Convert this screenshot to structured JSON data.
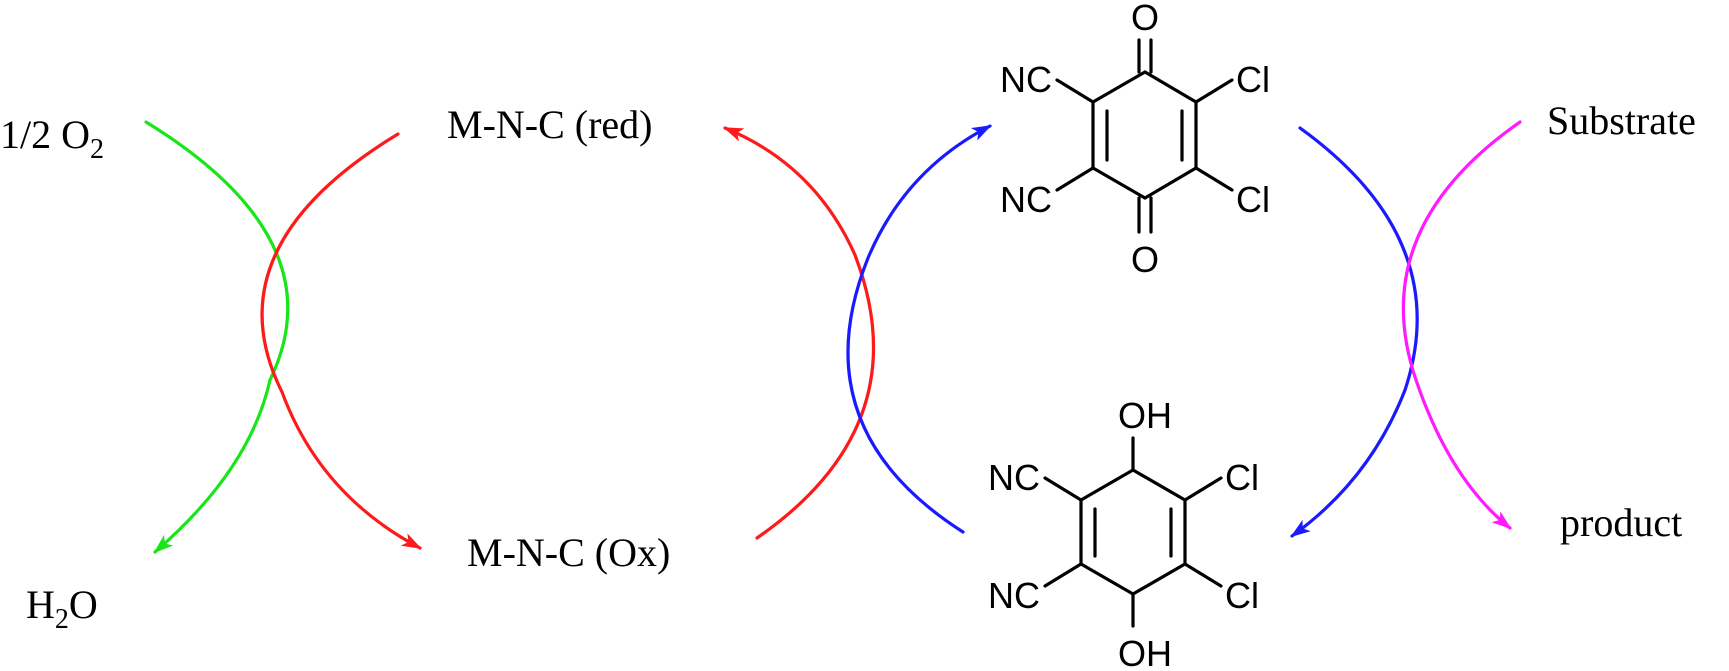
{
  "colors": {
    "oxygen_cycle": "#19e619",
    "catalyst_cycle": "#ff1a1a",
    "quinone_cycle": "#1a1aff",
    "substrate_cycle": "#ff1aff"
  },
  "labels": {
    "oxygen": {
      "prefix": "1/2 O",
      "sub": "2"
    },
    "water": {
      "prefix": "H",
      "sub": "2",
      "suffix": "O"
    },
    "catalyst_red": "M-N-C (red)",
    "catalyst_ox": "M-N-C (Ox)",
    "substrate": "Substrate",
    "product": "product"
  },
  "ddq": {
    "o_top": "O",
    "o_bottom": "O",
    "nc_top": "NC",
    "nc_bottom": "NC",
    "cl_top": "Cl",
    "cl_bottom": "Cl"
  },
  "ddqh2": {
    "oh_top": "OH",
    "oh_bottom": "OH",
    "nc_top": "NC",
    "nc_bottom": "NC",
    "cl_top": "Cl",
    "cl_bottom": "Cl"
  }
}
